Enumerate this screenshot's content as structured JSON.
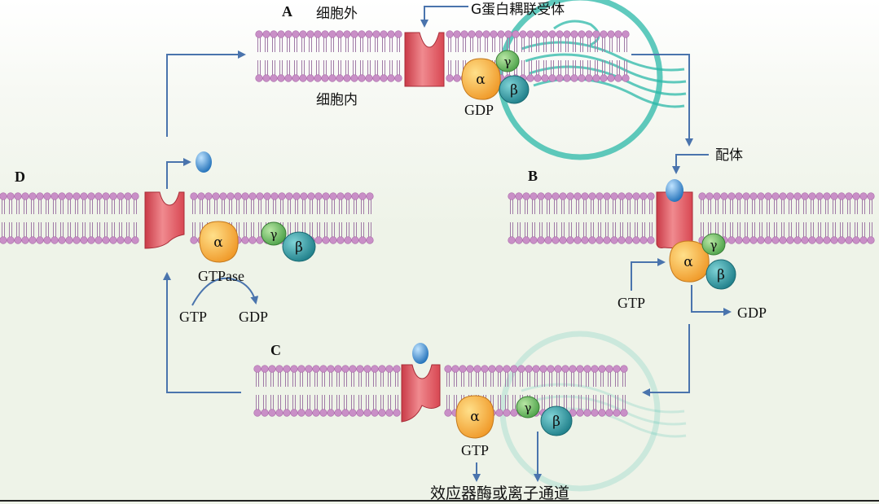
{
  "panels": {
    "a": "A",
    "b": "B",
    "c": "C",
    "d": "D"
  },
  "labels": {
    "outside": "细胞外",
    "inside": "细胞内",
    "gpcr": "G蛋白耦联受体",
    "ligand": "配体",
    "effector": "效应器酶或离子通道"
  },
  "nucleotides": {
    "gdp": "GDP",
    "gtp": "GTP",
    "gtpase": "GTPase"
  },
  "subunits": {
    "alpha": "α",
    "beta": "β",
    "gamma": "γ"
  },
  "colors": {
    "lipid_head": "#c98fc7",
    "lipid_tail": "#a07aa6",
    "receptor": "#e2535d",
    "alpha": "#f4a93a",
    "gamma": "#6dbb5e",
    "beta": "#2e9a9a",
    "ligand": "#3b86c8",
    "arrow": "#4a74ad",
    "watermark": "#2bb8a8"
  }
}
